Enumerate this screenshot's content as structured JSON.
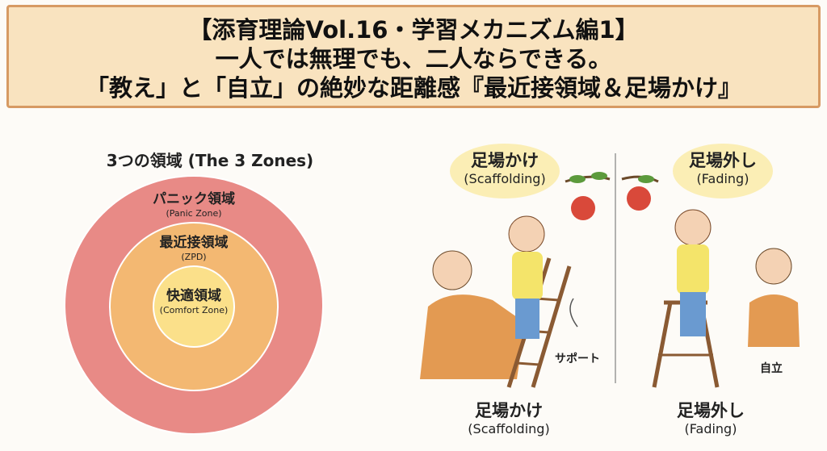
{
  "banner": {
    "line1": "【添育理論Vol.16・学習メカニズム編1】",
    "line2": "一人では無理でも、二人ならできる。",
    "line3": "「教え」と「自立」の絶妙な距離感『最近接領域＆足場かけ』"
  },
  "zones": {
    "title": "3つの領域 (The 3 Zones)",
    "panic": {
      "jp": "パニック領域",
      "en": "(Panic Zone)"
    },
    "zpd": {
      "jp": "最近接領域",
      "en": "(ZPD)"
    },
    "comfort": {
      "jp": "快適領域",
      "en": "(Comfort Zone)"
    },
    "colors": {
      "panic": "#e88a86",
      "zpd": "#f3b872",
      "comfort": "#fbe08a"
    }
  },
  "scaffold": {
    "top_jp": "足場かけ",
    "top_en": "(Scaffolding)",
    "support": "サポート",
    "bottom_jp": "足場かけ",
    "bottom_en": "(Scaffolding)"
  },
  "fading": {
    "top_jp": "足場外し",
    "top_en": "(Fading)",
    "independent": "自立",
    "bottom_jp": "足場外し",
    "bottom_en": "(Fading)"
  }
}
